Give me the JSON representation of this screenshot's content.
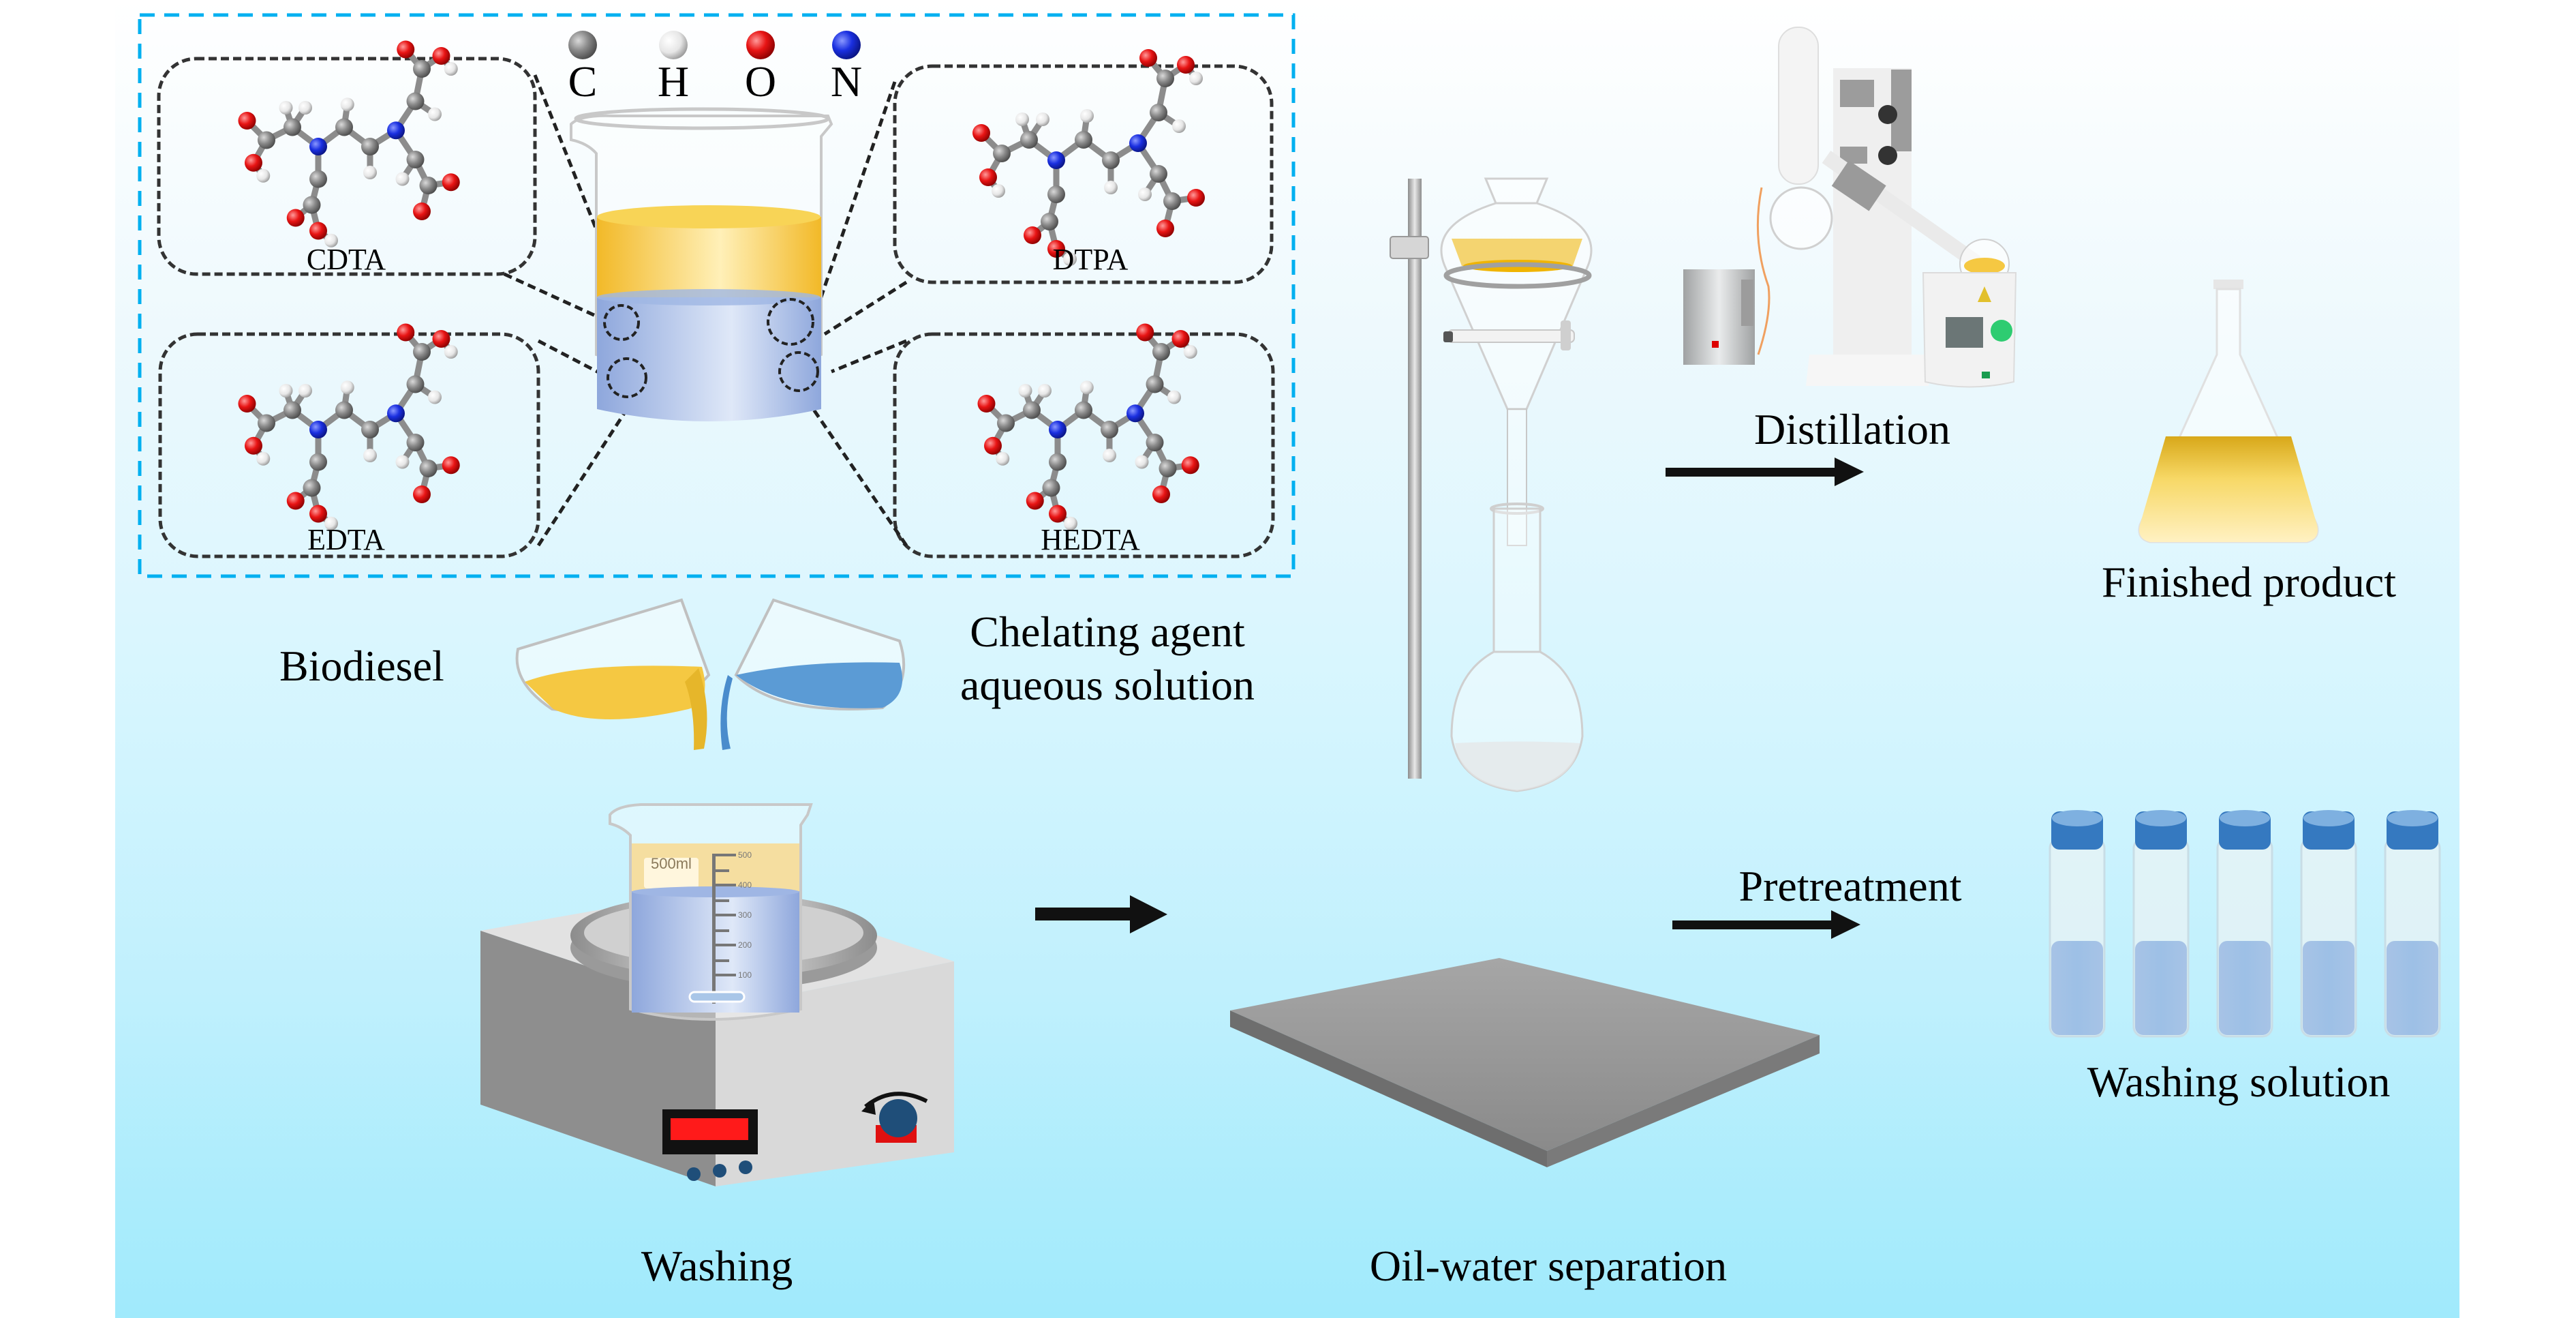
{
  "figure": {
    "type": "process-flow diagram",
    "background_gradient": [
      "#ffffff",
      "#a0eafc"
    ],
    "inset_border_color": "#00b0f0"
  },
  "atom_legend": [
    {
      "symbol": "C",
      "color": "#808080"
    },
    {
      "symbol": "H",
      "color": "#f2f2f2"
    },
    {
      "symbol": "O",
      "color": "#e01010"
    },
    {
      "symbol": "N",
      "color": "#1a2fe0"
    }
  ],
  "chelating_agents": [
    {
      "name": "CDTA"
    },
    {
      "name": "DTPA"
    },
    {
      "name": "EDTA"
    },
    {
      "name": "HEDTA"
    }
  ],
  "labels": {
    "biodiesel": "Biodiesel",
    "chelating_line1": "Chelating agent",
    "chelating_line2": "aqueous solution",
    "washing": "Washing",
    "oil_water_separation": "Oil-water separation",
    "distillation": "Distillation",
    "finished_product": "Finished product",
    "pretreatment": "Pretreatment",
    "washing_solution": "Washing solution"
  },
  "beaker": {
    "volume_label": "500ml",
    "scale_ticks": [
      "500",
      "400",
      "300",
      "200",
      "100"
    ]
  },
  "colors": {
    "oil": "#f5c842",
    "water": "#8fb0e6",
    "vial_cap": "#3579c0",
    "arrow": "#111111",
    "display": "#ff1a1a"
  },
  "vials": {
    "count": 5
  }
}
